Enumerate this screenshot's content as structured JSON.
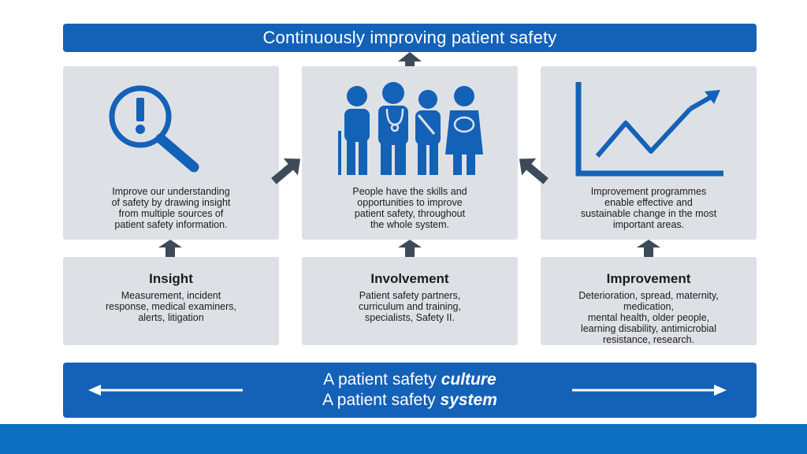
{
  "header": {
    "title": "Continuously improving patient safety"
  },
  "upper_panels": [
    {
      "icon": "magnifier-exclamation-icon",
      "lines": [
        "Improve our understanding",
        "of safety by drawing insight",
        "from multiple sources of",
        "patient safety information."
      ]
    },
    {
      "icon": "people-group-icon",
      "lines": [
        "People have the skills and",
        "opportunities to improve",
        "patient safety, throughout",
        "the whole system."
      ]
    },
    {
      "icon": "rising-chart-icon",
      "lines": [
        "Improvement programmes",
        "enable effective and",
        "sustainable change in the most",
        "important areas."
      ]
    }
  ],
  "lower_panels": [
    {
      "title": "Insight",
      "lines": [
        "Measurement, incident",
        "response, medical examiners,",
        "alerts, litigation"
      ]
    },
    {
      "title": "Involvement",
      "lines": [
        "Patient safety partners,",
        "curriculum and training,",
        "specialists, Safety II."
      ]
    },
    {
      "title": "Improvement",
      "lines": [
        "Deterioration, spread, maternity,",
        "medication,",
        "mental health, older people,",
        "learning disability, antimicrobial",
        "resistance, research."
      ]
    }
  ],
  "footer_banner": {
    "line1_prefix": "A patient safety ",
    "line1_emphasis": "culture",
    "line2_prefix": "A patient safety ",
    "line2_emphasis": "system"
  },
  "colors": {
    "blue": "#1461b8",
    "panel": "#dde1e6",
    "arrow": "#3d4a57",
    "footer": "#0e6fc0"
  }
}
